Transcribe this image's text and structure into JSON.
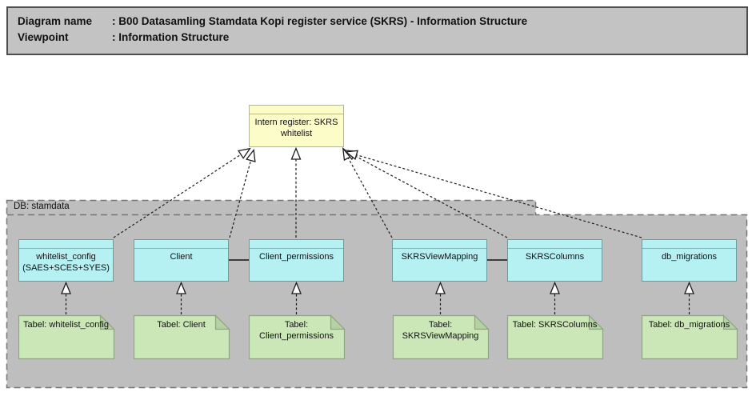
{
  "header": {
    "diagram_name_label": "Diagram name",
    "diagram_name_value": ": B00 Datasamling Stamdata Kopi register service (SKRS) - Information Structure",
    "viewpoint_label": "Viewpoint",
    "viewpoint_value": ": Information Structure"
  },
  "register": {
    "label": "Intern register: SKRS whitelist"
  },
  "group": {
    "label": "DB: stamdata"
  },
  "entities": [
    {
      "label": "whitelist_config (SAES+SCES+SYES)"
    },
    {
      "label": "Client"
    },
    {
      "label": "Client_permissions"
    },
    {
      "label": "SKRSViewMapping"
    },
    {
      "label": "SKRSColumns"
    },
    {
      "label": "db_migrations"
    }
  ],
  "notes": [
    {
      "label": "Tabel: whitelist_config"
    },
    {
      "label": "Tabel: Client"
    },
    {
      "label": "Tabel: Client_permissions"
    },
    {
      "label": "Tabel: SKRSViewMapping"
    },
    {
      "label": "Tabel: SKRSColumns"
    },
    {
      "label": "Tabel: db_migrations"
    }
  ],
  "colors": {
    "header_fill": "#C3C3C3",
    "header_border": "#4D4D4D",
    "group_fill": "#BEBEBE",
    "group_border": "#767676",
    "register_fill": "#FCFCC9",
    "register_border": "#B9B97A",
    "entity_fill": "#B5F1F3",
    "entity_border": "#6E9C9E",
    "note_fill": "#CBE7B8",
    "note_fold": "#B3D1A1",
    "note_border": "#90A588",
    "connector": "#1C1C1C"
  }
}
